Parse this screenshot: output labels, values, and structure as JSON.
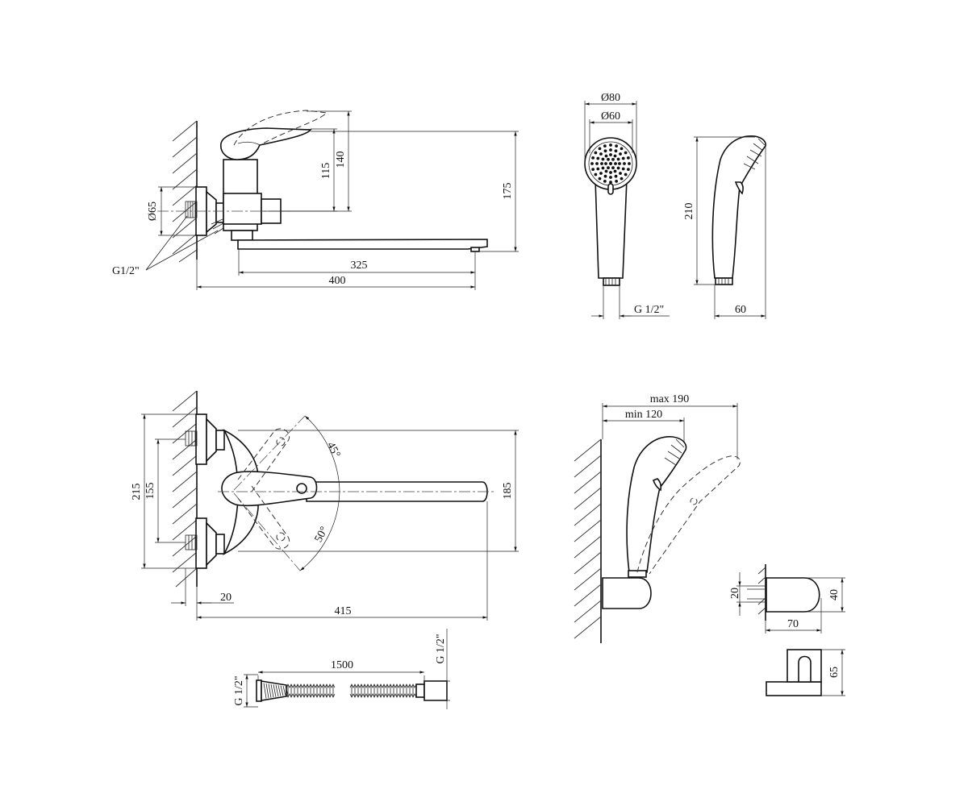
{
  "top_left": {
    "d_flange": "Ø65",
    "thread": "G1/2\"",
    "h_115": "115",
    "h_140": "140",
    "h_175": "175",
    "l_325": "325",
    "l_400": "400"
  },
  "top_right": {
    "d_80": "Ø80",
    "d_60": "Ø60",
    "thread": "G 1/2\"",
    "h_210": "210",
    "w_60": "60"
  },
  "bottom_left": {
    "h_215": "215",
    "h_155": "155",
    "h_185": "185",
    "a_45": "45°",
    "a_50": "50°",
    "l_20": "20",
    "l_415": "415"
  },
  "bottom_right": {
    "max": "max 190",
    "min": "min 120",
    "h_20": "20",
    "h_40": "40",
    "w_70": "70",
    "h_65": "65"
  },
  "hose": {
    "length": "1500",
    "thread_left": "G 1/2\"",
    "thread_right": "G 1/2\""
  }
}
